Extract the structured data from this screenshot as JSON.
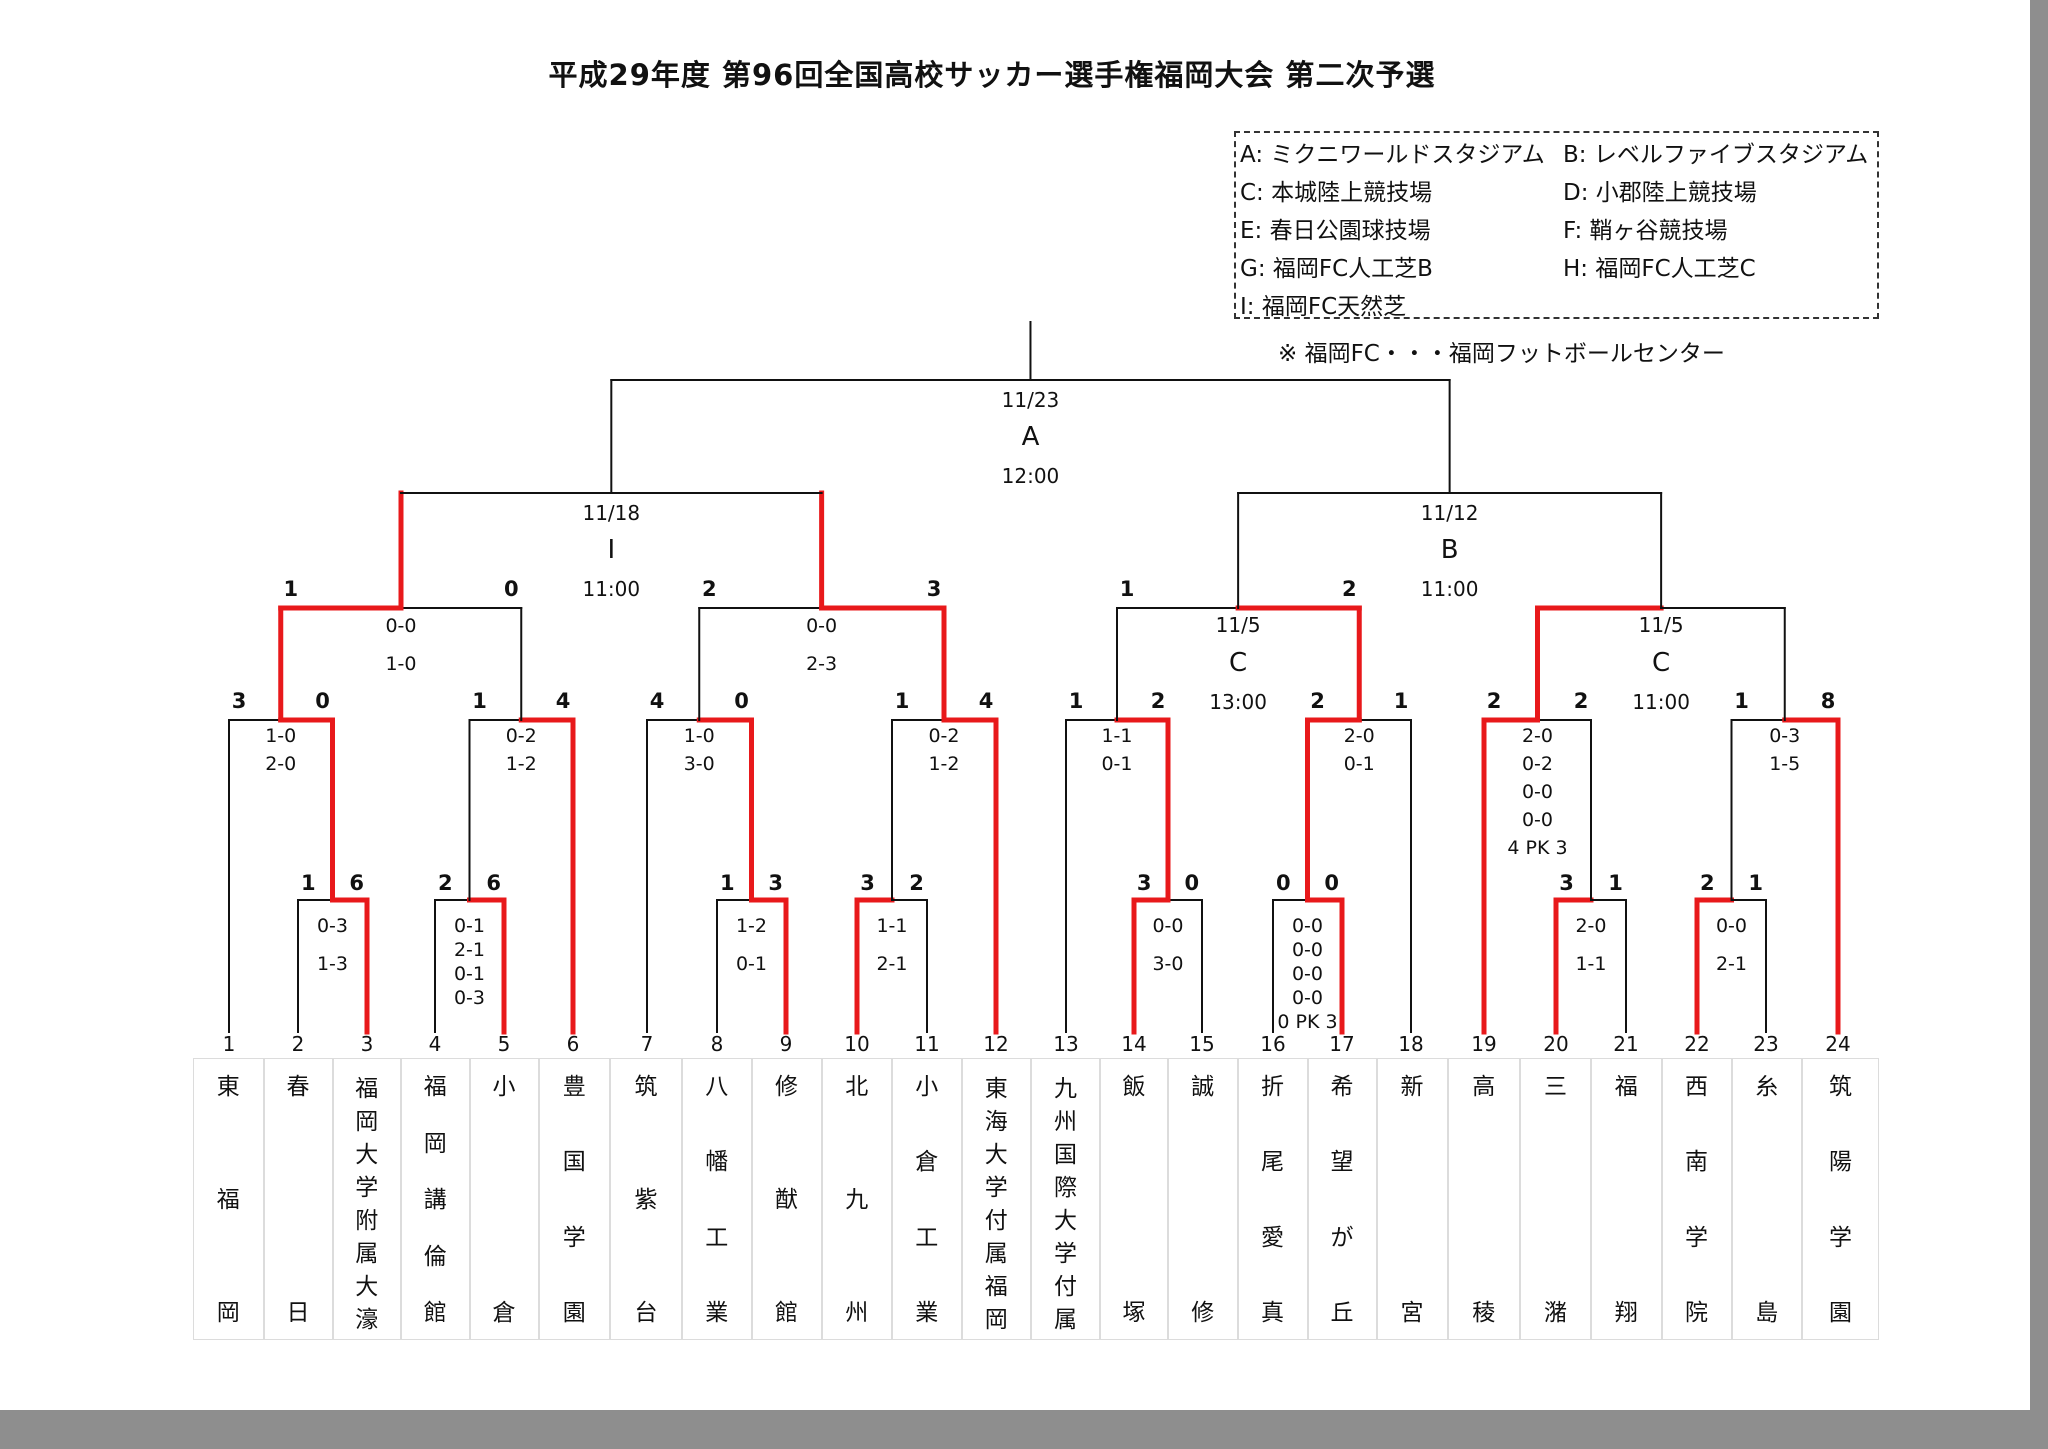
{
  "title": "平成29年度  第96回全国高校サッカー選手権福岡大会  第二次予選",
  "venues": [
    {
      "code": "A",
      "label": "A: ミクニワールドスタジアム"
    },
    {
      "code": "B",
      "label": "B: レベルファイブスタジアム"
    },
    {
      "code": "C",
      "label": "C: 本城陸上競技場"
    },
    {
      "code": "D",
      "label": "D: 小郡陸上競技場"
    },
    {
      "code": "E",
      "label": "E: 春日公園球技場"
    },
    {
      "code": "F",
      "label": "F: 鞘ヶ谷競技場"
    },
    {
      "code": "G",
      "label": "G: 福岡FC人工芝B"
    },
    {
      "code": "H",
      "label": "H: 福岡FC人工芝C"
    },
    {
      "code": "I",
      "label": "I: 福岡FC天然芝"
    }
  ],
  "venue_note": "※ 福岡FC・・・福岡フットボールセンター",
  "final": {
    "date": "11/23",
    "venue": "A",
    "time": "12:00"
  },
  "semifinals": [
    {
      "date": "11/18",
      "venue": "I",
      "time": "11:00"
    },
    {
      "date": "11/12",
      "venue": "B",
      "time": "11:00"
    }
  ],
  "quarterfinals": [
    {
      "scores": [
        "1",
        "0"
      ],
      "lines": [
        "0-0",
        "1-0"
      ]
    },
    {
      "scores": [
        "2",
        "3"
      ],
      "lines": [
        "0-0",
        "2-3"
      ]
    },
    {
      "date": "11/5",
      "venue": "C",
      "time": "13:00",
      "scores": [
        "1",
        "2"
      ]
    },
    {
      "date": "11/5",
      "venue": "C",
      "time": "11:00"
    }
  ],
  "round3": [
    {
      "scores": [
        "3",
        "0"
      ],
      "lines": [
        "1-0",
        "2-0"
      ]
    },
    {
      "scores": [
        "1",
        "4"
      ],
      "lines": [
        "0-2",
        "1-2"
      ]
    },
    {
      "scores": [
        "4",
        "0"
      ],
      "lines": [
        "1-0",
        "3-0"
      ]
    },
    {
      "scores": [
        "1",
        "4"
      ],
      "lines": [
        "0-2",
        "1-2"
      ]
    },
    {
      "scores": [
        "1",
        "2"
      ],
      "lines": [
        "1-1",
        "0-1"
      ]
    },
    {
      "scores": [
        "2",
        "1"
      ],
      "lines": [
        "2-0",
        "0-1"
      ]
    },
    {
      "scores": [
        "2",
        "2"
      ],
      "lines": [
        "2-0",
        "0-2",
        "0-0",
        "0-0",
        "4 PK 3"
      ]
    },
    {
      "scores": [
        "1",
        "8"
      ],
      "lines": [
        "0-3",
        "1-5"
      ]
    }
  ],
  "round2": [
    {
      "scores": [
        "1",
        "6"
      ],
      "lines": [
        "0-3",
        "1-3"
      ]
    },
    {
      "scores": [
        "2",
        "6"
      ],
      "lines": [
        "0-1",
        "2-1",
        "0-1",
        "0-3"
      ]
    },
    {
      "scores": [
        "1",
        "3"
      ],
      "lines": [
        "1-2",
        "0-1"
      ]
    },
    {
      "scores": [
        "3",
        "2"
      ],
      "lines": [
        "1-1",
        "2-1"
      ]
    },
    {
      "scores": [
        "3",
        "0"
      ],
      "lines": [
        "0-0",
        "3-0"
      ]
    },
    {
      "scores": [
        "0",
        "0"
      ],
      "lines": [
        "0-0",
        "0-0",
        "0-0",
        "0-0",
        "0 PK 3"
      ]
    },
    {
      "scores": [
        "3",
        "1"
      ],
      "lines": [
        "2-0",
        "1-1"
      ]
    },
    {
      "scores": [
        "2",
        "1"
      ],
      "lines": [
        "0-0",
        "2-1"
      ]
    }
  ],
  "teams": [
    {
      "no": "1",
      "name": [
        "東",
        "福",
        "岡"
      ]
    },
    {
      "no": "2",
      "name": [
        "春",
        "日"
      ]
    },
    {
      "no": "3",
      "name": [
        "福",
        "岡",
        "大",
        "学",
        "附",
        "属",
        "大",
        "濠"
      ]
    },
    {
      "no": "4",
      "name": [
        "福",
        "岡",
        "講",
        "倫",
        "館"
      ]
    },
    {
      "no": "5",
      "name": [
        "小",
        "倉"
      ]
    },
    {
      "no": "6",
      "name": [
        "豊",
        "国",
        "学",
        "園"
      ]
    },
    {
      "no": "7",
      "name": [
        "筑",
        "紫",
        "台"
      ]
    },
    {
      "no": "8",
      "name": [
        "八",
        "幡",
        "工",
        "業"
      ]
    },
    {
      "no": "9",
      "name": [
        "修",
        "猷",
        "館"
      ]
    },
    {
      "no": "10",
      "name": [
        "北",
        "九",
        "州"
      ]
    },
    {
      "no": "11",
      "name": [
        "小",
        "倉",
        "工",
        "業"
      ]
    },
    {
      "no": "12",
      "name": [
        "東",
        "海",
        "大",
        "学",
        "付",
        "属",
        "福",
        "岡"
      ]
    },
    {
      "no": "13",
      "name": [
        "九",
        "州",
        "国",
        "際",
        "大",
        "学",
        "付",
        "属"
      ]
    },
    {
      "no": "14",
      "name": [
        "飯",
        "塚"
      ]
    },
    {
      "no": "15",
      "name": [
        "誠",
        "修"
      ]
    },
    {
      "no": "16",
      "name": [
        "折",
        "尾",
        "愛",
        "真"
      ]
    },
    {
      "no": "17",
      "name": [
        "希",
        "望",
        "が",
        "丘"
      ]
    },
    {
      "no": "18",
      "name": [
        "新",
        "宮"
      ]
    },
    {
      "no": "19",
      "name": [
        "高",
        "稜"
      ]
    },
    {
      "no": "20",
      "name": [
        "三",
        "潴"
      ]
    },
    {
      "no": "21",
      "name": [
        "福",
        "翔"
      ]
    },
    {
      "no": "22",
      "name": [
        "西",
        "南",
        "学",
        "院"
      ]
    },
    {
      "no": "23",
      "name": [
        "糸",
        "島"
      ]
    },
    {
      "no": "24",
      "name": [
        "筑",
        "陽",
        "学",
        "園"
      ]
    }
  ],
  "colors": {
    "winner_line": "#e8191b",
    "line": "#111111",
    "background": "#ffffff",
    "frame": "#8e8e8e"
  }
}
